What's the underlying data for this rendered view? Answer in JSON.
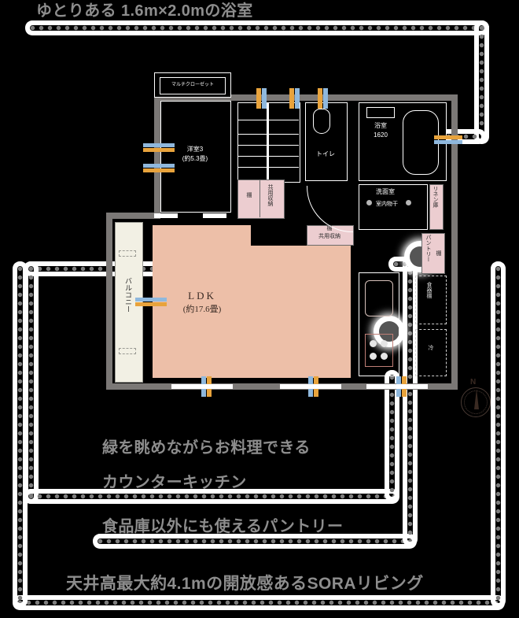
{
  "page": {
    "title": "間取り図 / Floor plan",
    "bg_color": "#000000",
    "accent_text_color": "#8d8d8d",
    "ldk_fill": "#edbfa8",
    "storage_fill": "#eccdd0",
    "balcony_fill": "#f2f0e4",
    "wall_color": "#7b7876"
  },
  "callouts": [
    {
      "id": "bath",
      "label": "ゆとりある 1.6m×2.0mの浴室",
      "position": "top"
    },
    {
      "id": "kitchen",
      "label_line1": "緑を眺めながらお料理できる",
      "label_line2": "カウンターキッチン",
      "position": "bottom"
    },
    {
      "id": "pantry",
      "label": "食品庫以外にも使えるパントリー",
      "position": "bottom"
    },
    {
      "id": "sora",
      "label": "天井高最大約4.1mの開放感あるSORAリビング",
      "position": "bottom"
    }
  ],
  "rooms": {
    "ldk": {
      "name": "LDK",
      "area": "(約17.6畳)"
    },
    "western_room_3": {
      "name": "洋室3",
      "area": "(約5.3畳)"
    },
    "balcony": {
      "name": "バルコニー"
    },
    "bath": {
      "name": "浴室",
      "size": "1620"
    },
    "washroom": {
      "name": "洗面室"
    },
    "toilet": {
      "name": "トイレ"
    },
    "pantry": {
      "name": "パントリー"
    },
    "linen": {
      "name": "リネン庫"
    },
    "multi_closet": {
      "name": "マルチクローゼット"
    }
  },
  "fixtures": [
    {
      "name": "共用収納",
      "label": "共用収納"
    },
    {
      "name": "共用収納2",
      "label": "共用収納"
    },
    {
      "name": "棚",
      "label": "棚"
    },
    {
      "name": "棚2",
      "label": "棚"
    },
    {
      "name": "棚3",
      "label": "棚"
    },
    {
      "name": "室内物干",
      "label": "室内物干"
    },
    {
      "name": "冷蔵庫",
      "label": "冷"
    },
    {
      "name": "食器棚",
      "label": "食器棚"
    }
  ],
  "compass": {
    "label": "N"
  }
}
